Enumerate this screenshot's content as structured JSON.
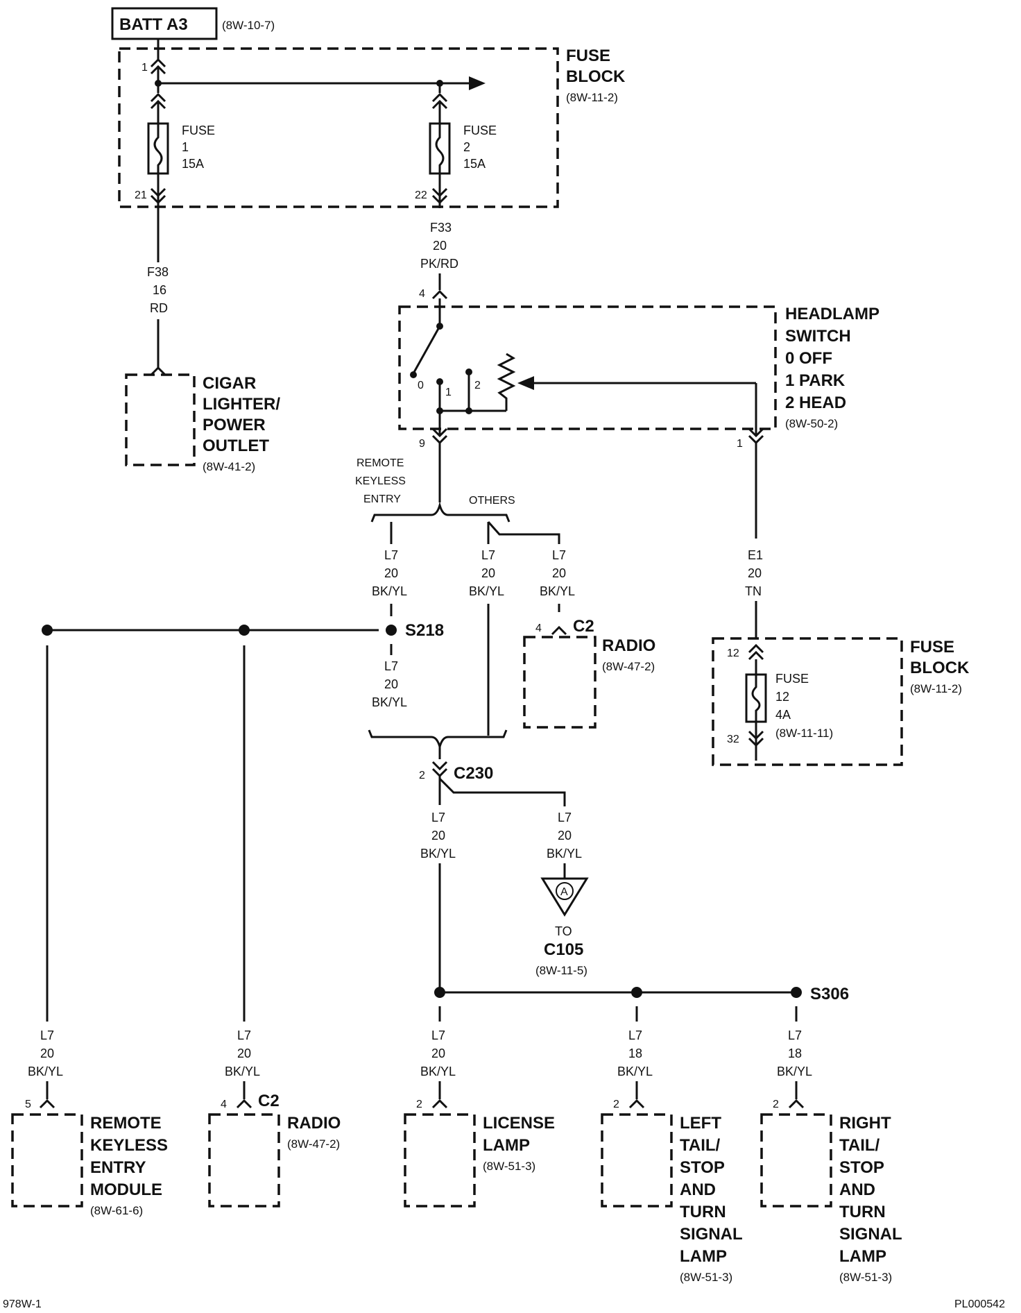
{
  "batt": {
    "label": "BATT A3",
    "ref": "(8W-10-7)"
  },
  "fuse_block_top": {
    "title_line1": "FUSE",
    "title_line2": "BLOCK",
    "ref": "(8W-11-2)",
    "pin1": "1",
    "pin21": "21",
    "pin22": "22",
    "fuse1": {
      "l1": "FUSE",
      "l2": "1",
      "l3": "15A"
    },
    "fuse2": {
      "l1": "FUSE",
      "l2": "2",
      "l3": "15A"
    }
  },
  "wire_f38": {
    "circuit": "F38",
    "gauge": "16",
    "color": "RD"
  },
  "wire_f33": {
    "circuit": "F33",
    "gauge": "20",
    "color": "PK/RD"
  },
  "cigar": {
    "l1": "CIGAR",
    "l2": "LIGHTER/",
    "l3": "POWER",
    "l4": "OUTLET",
    "ref": "(8W-41-2)"
  },
  "headlamp": {
    "l1": "HEADLAMP",
    "l2": "SWITCH",
    "l3": "0 OFF",
    "l4": "1 PARK",
    "l5": "2 HEAD",
    "ref": "(8W-50-2)",
    "pin4": "4",
    "pin9": "9",
    "pin1": "1",
    "pos0": "0",
    "pos1": "1",
    "pos2": "2"
  },
  "branch": {
    "rke_l1": "REMOTE",
    "rke_l2": "KEYLESS",
    "rke_l3": "ENTRY",
    "others": "OTHERS"
  },
  "wire_l7_a": {
    "circuit": "L7",
    "gauge": "20",
    "color": "BK/YL"
  },
  "wire_l7_b": {
    "circuit": "L7",
    "gauge": "20",
    "color": "BK/YL"
  },
  "wire_l7_c": {
    "circuit": "L7",
    "gauge": "20",
    "color": "BK/YL"
  },
  "wire_l7_d": {
    "circuit": "L7",
    "gauge": "20",
    "color": "BK/YL"
  },
  "wire_e1": {
    "circuit": "E1",
    "gauge": "20",
    "color": "TN"
  },
  "splice_s218": "S218",
  "radio_top": {
    "pin": "4",
    "conn": "C2",
    "label": "RADIO",
    "ref": "(8W-47-2)"
  },
  "fuse_block_right": {
    "title_line1": "FUSE",
    "title_line2": "BLOCK",
    "ref": "(8W-11-2)",
    "pin12": "12",
    "pin32": "32",
    "fuse": {
      "l1": "FUSE",
      "l2": "12",
      "l3": "4A",
      "l4": "(8W-11-11)"
    }
  },
  "c230": {
    "pin": "2",
    "label": "C230"
  },
  "wire_l7_e": {
    "circuit": "L7",
    "gauge": "20",
    "color": "BK/YL"
  },
  "wire_l7_f": {
    "circuit": "L7",
    "gauge": "20",
    "color": "BK/YL"
  },
  "offpage": {
    "letter": "A",
    "to": "TO",
    "conn": "C105",
    "ref": "(8W-11-5)"
  },
  "splice_s306": "S306",
  "bottom": {
    "rke": {
      "circuit": "L7",
      "gauge": "20",
      "color": "BK/YL",
      "pin": "5",
      "l1": "REMOTE",
      "l2": "KEYLESS",
      "l3": "ENTRY",
      "l4": "MODULE",
      "ref": "(8W-61-6)"
    },
    "radio": {
      "circuit": "L7",
      "gauge": "20",
      "color": "BK/YL",
      "pin": "4",
      "conn": "C2",
      "l1": "RADIO",
      "ref": "(8W-47-2)"
    },
    "license": {
      "circuit": "L7",
      "gauge": "20",
      "color": "BK/YL",
      "pin": "2",
      "l1": "LICENSE",
      "l2": "LAMP",
      "ref": "(8W-51-3)"
    },
    "left_tail": {
      "circuit": "L7",
      "gauge": "18",
      "color": "BK/YL",
      "pin": "2",
      "l1": "LEFT",
      "l2": "TAIL/",
      "l3": "STOP",
      "l4": "AND",
      "l5": "TURN",
      "l6": "SIGNAL",
      "l7": "LAMP",
      "ref": "(8W-51-3)"
    },
    "right_tail": {
      "circuit": "L7",
      "gauge": "18",
      "color": "BK/YL",
      "pin": "2",
      "l1": "RIGHT",
      "l2": "TAIL/",
      "l3": "STOP",
      "l4": "AND",
      "l5": "TURN",
      "l6": "SIGNAL",
      "l7": "LAMP",
      "ref": "(8W-51-3)"
    }
  },
  "footer": {
    "left": "978W-1",
    "right": "PL000542"
  }
}
